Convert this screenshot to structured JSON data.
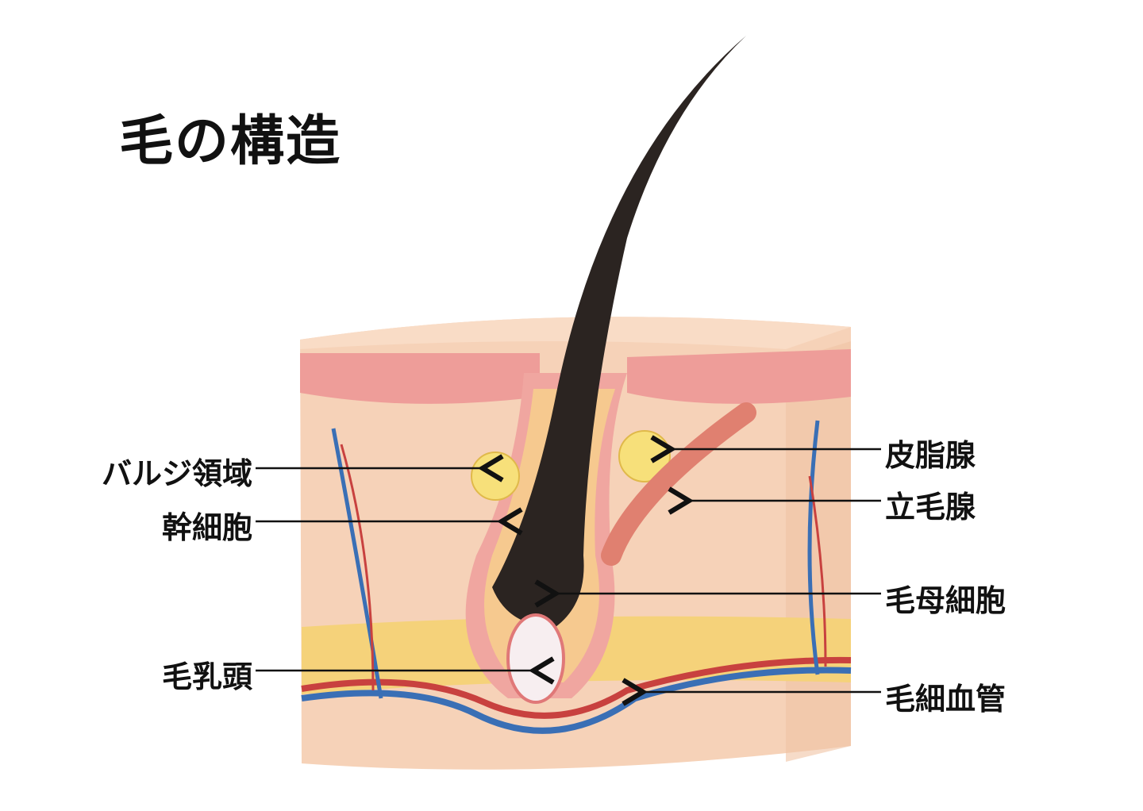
{
  "title": "毛の構造",
  "labels_left": [
    "バルジ領域",
    "幹細胞",
    "毛乳頭"
  ],
  "labels_right": [
    "皮脂腺",
    "立毛腺",
    "毛母細胞",
    "毛細血管"
  ],
  "colors": {
    "skin": "#f6d2b8",
    "dermis_band": "#eea3a0",
    "fat": "#f5d27a",
    "hair": "#2b2421",
    "artery": "#c8413f",
    "vein": "#3a6fb5"
  }
}
